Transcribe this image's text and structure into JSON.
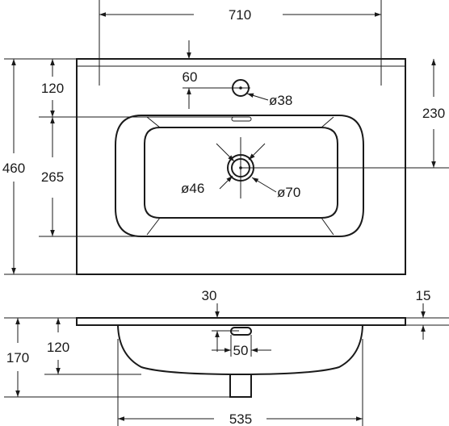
{
  "dimensions": {
    "top_view": {
      "width": "710",
      "depth": "460",
      "tap_hole_offset": "60",
      "tap_hole_diameter": "ø38",
      "tap_setback": "120",
      "bowl_length": "265",
      "drain_setback": "230",
      "drain_diameter_inner": "ø46",
      "drain_diameter_outer": "ø70"
    },
    "side_view": {
      "overflow_offset": "30",
      "rim_thickness": "15",
      "total_height": "170",
      "bowl_depth": "120",
      "overflow_width": "50",
      "bowl_width": "535"
    }
  }
}
